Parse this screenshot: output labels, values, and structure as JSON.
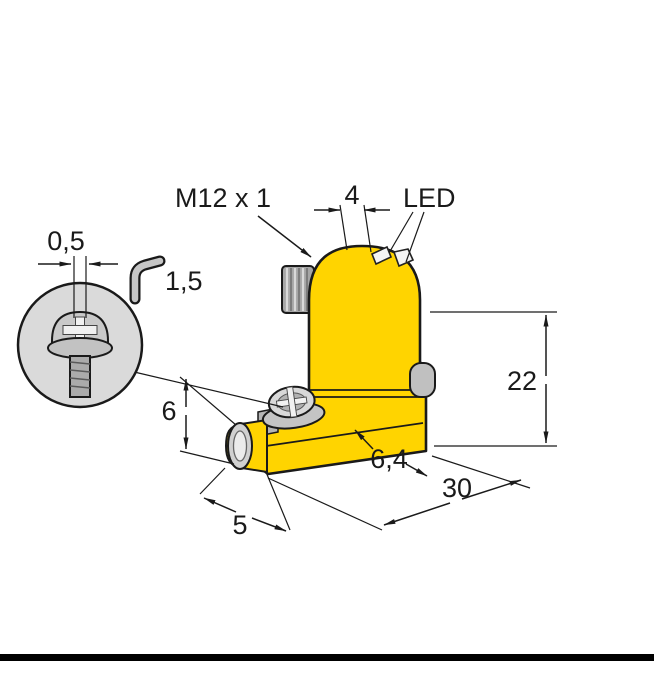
{
  "diagram": {
    "labels": {
      "thread": "M12 x 1",
      "width_top": "4",
      "led": "LED",
      "slot_width": "0,5",
      "hex_size": "1,5",
      "cap_height": "6",
      "body_height": "22",
      "arm_thickness": "6,4",
      "overall_length": "30",
      "cap_width": "5"
    },
    "colors": {
      "body_yellow": "#FFD400",
      "metal_light": "#D8D8D8",
      "metal_mid": "#C0C0C0",
      "metal_dark": "#A6A6A6",
      "detail_circle_bg": "#DADADA",
      "led_mark": "#F4F4F4",
      "outline": "#1A1A1A",
      "footer_bar": "#000000"
    }
  }
}
